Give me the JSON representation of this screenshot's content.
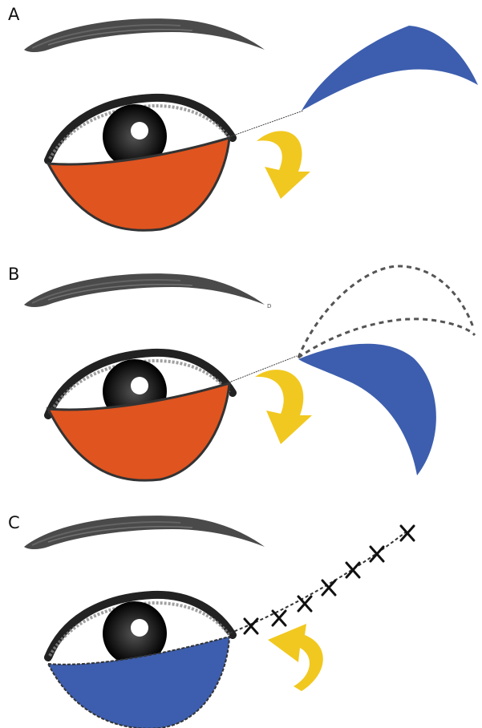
{
  "panels": [
    {
      "label": "A"
    },
    {
      "label": "B"
    },
    {
      "label": "C"
    }
  ],
  "stray_mark": "D",
  "colors": {
    "lower_lid_region": "#e0541f",
    "flap": "#3d5eae",
    "arrow": "#f1c81f",
    "outline": "#333333",
    "dashed_outline": "#555555",
    "suture": "#111111"
  },
  "icons": {
    "rotation_arrow": "curved-arrow-icon",
    "suture_mark": "suture-x-icon",
    "eye": "eye-icon",
    "eyebrow": "eyebrow-icon"
  }
}
